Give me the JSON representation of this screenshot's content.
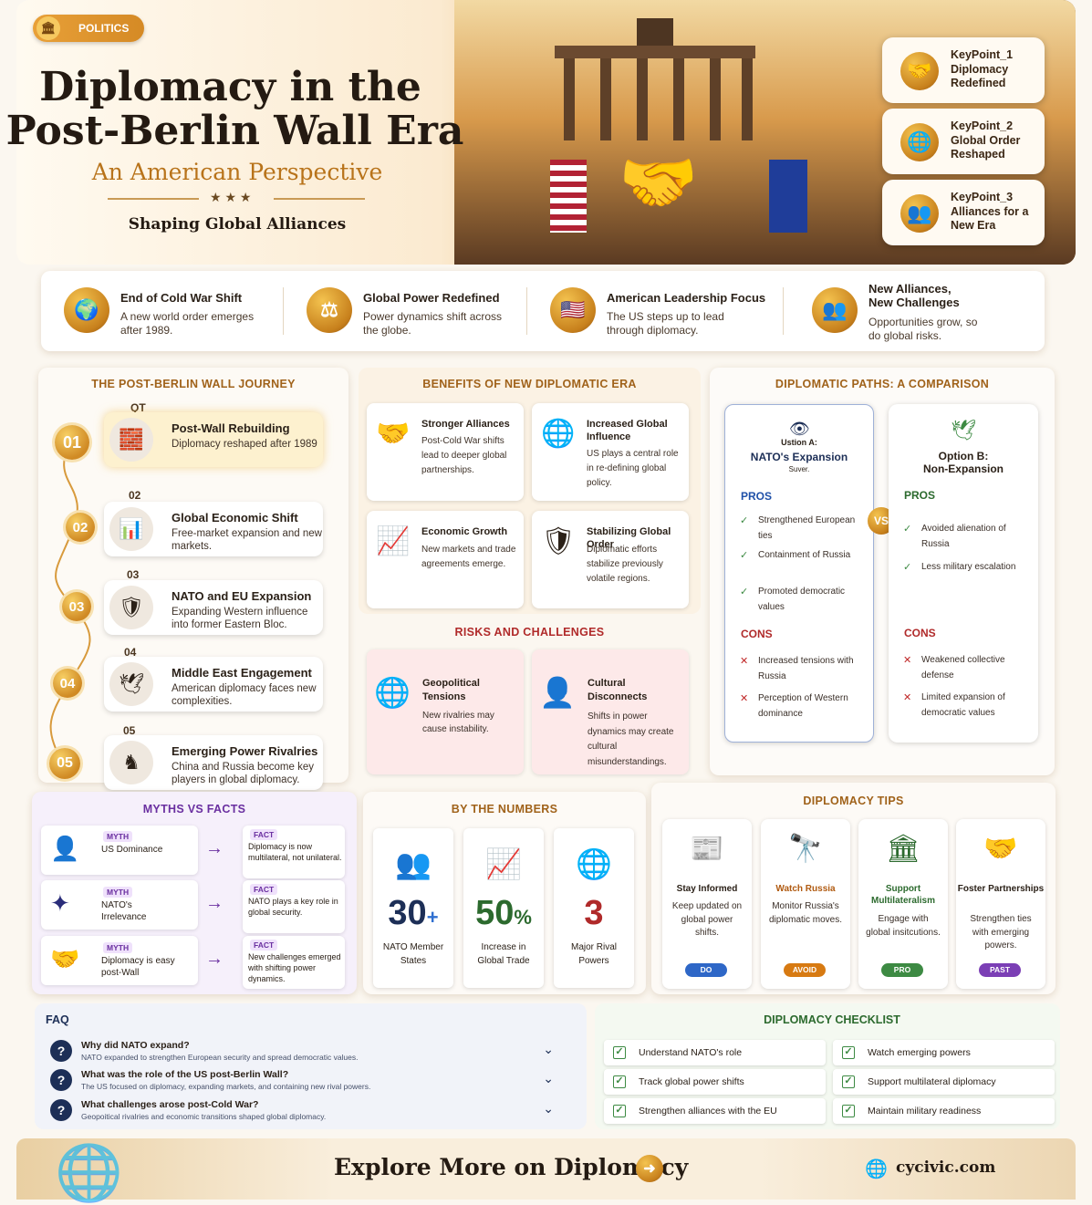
{
  "header": {
    "badge": "POLITICS",
    "title1": "Diplomacy in the",
    "title2": "Post-Berlin Wall Era",
    "subtitle": "An American Perspective",
    "stars": "★ ★ ★",
    "tagline": "Shaping Global Alliances"
  },
  "keypoints": [
    {
      "label": "KeyPoint_1",
      "text": "Diplomacy Redefined",
      "icon": "handshake-icon"
    },
    {
      "label": "KeyPoint_2",
      "text": "Global Order Reshaped",
      "icon": "globe-icon"
    },
    {
      "label": "KeyPoint_3",
      "text": "Alliances for a New Era",
      "icon": "people-icon"
    }
  ],
  "strip": [
    {
      "title": "End of Cold War Shift",
      "text": "A new world order emerges after 1989."
    },
    {
      "title": "Global Power Redefined",
      "text": "Power dynamics shift across the globe."
    },
    {
      "title": "American Leadership Focus",
      "text": "The US steps up to lead through diplomacy."
    },
    {
      "title": "New Alliances, New Challenges",
      "text": "Opportunities grow, so do global risks."
    }
  ],
  "journey": {
    "title": "THE POST-BERLIN WALL JOURNEY",
    "steps": [
      {
        "n": "01",
        "label": "QT",
        "title": "Post-Wall Rebuilding",
        "text": "Diplomacy reshaped after 1989"
      },
      {
        "n": "02",
        "label": "02",
        "title": "Global Economic Shift",
        "text": "Free-market expansion and new markets."
      },
      {
        "n": "03",
        "label": "03",
        "title": "NATO and EU Expansion",
        "text": "Expanding Western influence into former Eastern Bloc."
      },
      {
        "n": "04",
        "label": "04",
        "title": "Middle East Engagement",
        "text": "American diplomacy faces new complexities."
      },
      {
        "n": "05",
        "label": "05",
        "title": "Emerging Power Rivalries",
        "text": "China and Russia become key players in global diplomacy."
      }
    ]
  },
  "benefits": {
    "title": "BENEFITS OF NEW DIPLOMATIC ERA",
    "items": [
      {
        "title": "Stronger Alliances",
        "text": "Post-Cold War shifts lead to deeper global partnerships."
      },
      {
        "title": "Increased Global Influence",
        "text": "US plays a central role in re-defining global policy."
      },
      {
        "title": "Economic Growth",
        "text": "New markets and trade agreements emerge."
      },
      {
        "title": "Stabilizing Global Order",
        "text": "Diplomatic efforts stabilize previously volatile regions."
      }
    ]
  },
  "risks": {
    "title": "RISKS AND CHALLENGES",
    "items": [
      {
        "title": "Geopolitical Tensions",
        "text": "New rivalries may cause instability."
      },
      {
        "title": "Cultural Disconnects",
        "text": "Shifts in power dynamics may create cultural misunderstandings."
      }
    ]
  },
  "compare": {
    "title": "DIPLOMATIC PATHS: A COMPARISON",
    "vs": "VS",
    "a": {
      "top": "Ustion A:",
      "name": "NATO's Expansion",
      "sub": "Suver.",
      "pros": [
        "Strengthened European ties",
        "Containment of Russia",
        "Promoted democratic values"
      ],
      "cons": [
        "Increased tensions with Russia",
        "Perception of Western dominance"
      ]
    },
    "b": {
      "name1": "Option B:",
      "name2": "Non-Expansion",
      "pros": [
        "Avoided alienation of Russia",
        "Less military escalation"
      ],
      "cons": [
        "Weakened collective defense",
        "Limited expansion of democratic values"
      ]
    },
    "pros_label": "PROS",
    "cons_label": "CONS"
  },
  "myths": {
    "title": "MYTHS VS FACTS",
    "myth_tag": "MYTH",
    "fact_tag": "FACT",
    "items": [
      {
        "myth": "US Dominance",
        "fact": "Diplomacy is now multilateral, not unilateral."
      },
      {
        "myth": "NATO's Irrelevance",
        "fact": "NATO plays a key role in global security."
      },
      {
        "myth": "Diplomacy is easy post-Wall",
        "fact": "New challenges emerged with shifting power dynamics."
      }
    ]
  },
  "numbers": {
    "title": "BY THE NUMBERS",
    "items": [
      {
        "value": "30",
        "suffix": "+",
        "label": "NATO Member States",
        "color": "#1d2f57"
      },
      {
        "value": "50",
        "suffix": "%",
        "label": "Increase in Global Trade",
        "color": "#2c6a2e"
      },
      {
        "value": "3",
        "suffix": "",
        "label": "Major Rival Powers",
        "color": "#b02a2a"
      }
    ]
  },
  "tips": {
    "title": "DIPLOMACY TIPS",
    "items": [
      {
        "title": "Stay Informed",
        "text": "Keep updated on global power shifts.",
        "tag": "DO",
        "color": "#2e67c7"
      },
      {
        "title": "Watch Russia",
        "text": "Monitor Russia's diplomatic moves.",
        "tag": "AVOID",
        "color": "#d77a12"
      },
      {
        "title": "Support Multilateralism",
        "text": "Engage with global insitcutions.",
        "tag": "PRO",
        "color": "#3d8a43"
      },
      {
        "title": "Foster Partnerships",
        "text": "Strengthen ties with emerging powers.",
        "tag": "PAST",
        "color": "#7b3fb5"
      }
    ]
  },
  "faq": {
    "title": "FAQ",
    "items": [
      {
        "q": "Why did NATO expand?",
        "a": "NATO expanded to strengthen European security and spread democratic values."
      },
      {
        "q": "What was the role of the US post-Berlin Wall?",
        "a": "The US focused on diplomacy, expanding markets, and containing new rival powers."
      },
      {
        "q": "What challenges arose post-Cold War?",
        "a": "Geopoitical rivalries and economic transitions shaped global diplomacy."
      }
    ]
  },
  "checklist": {
    "title": "DIPLOMACY CHECKLIST",
    "items": [
      "Understand NATO's role",
      "Watch emerging powers",
      "Track global power shifts",
      "Support multilateral diplomacy",
      "Strengthen alliances with the EU",
      "Maintain military readiness"
    ]
  },
  "footer": {
    "cta": "Explore More on Diplomacy",
    "site": "cycivic.com"
  }
}
